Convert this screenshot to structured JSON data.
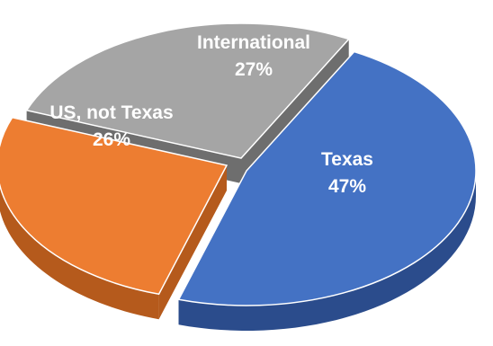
{
  "chart_data": {
    "type": "pie",
    "style": "3d",
    "slices": [
      {
        "label": "Texas",
        "pct_label": "47%",
        "value": 47,
        "color": "#4472C4",
        "side_color": "#2B4C8C"
      },
      {
        "label": "US, not Texas",
        "pct_label": "26%",
        "value": 26,
        "color": "#ED7D31",
        "side_color": "#B55A1C"
      },
      {
        "label": "International",
        "pct_label": "27%",
        "value": 27,
        "color": "#A5A5A5",
        "side_color": "#6E6E6E"
      }
    ],
    "title": "",
    "legend": "none"
  }
}
